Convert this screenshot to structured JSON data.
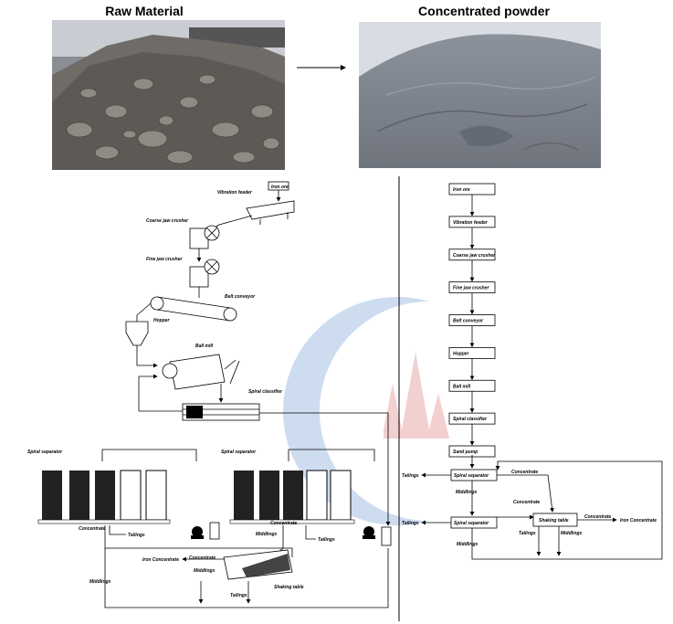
{
  "photos": {
    "left_title": "Raw Material",
    "right_title": "Concentrated powder"
  },
  "process_diagram": {
    "iron_ore": "Iron ore",
    "vibration_feeder": "Vibration feeder",
    "coarse_jaw_crusher": "Coarse jaw crusher",
    "fine_jaw_crusher": "Fine jaw crusher",
    "belt_conveyor": "Belt conveyor",
    "hopper": "Hopper",
    "ball_mill": "Ball mill",
    "spiral_classifier": "Spiral classifier",
    "spiral_separator_1": "Spiral separator",
    "spiral_separator_2": "Spiral separator",
    "concentrate_1": "Concentrate",
    "tailings_1": "Tailings",
    "concentrate_2": "Concentrate",
    "middlings_1": "Middlings",
    "tailings_2": "Tailings",
    "iron_concentrate": "Iron Concentrate",
    "concentrate_3": "Concentrate",
    "middlings_2": "Middlings",
    "shaking_table": "Shaking table",
    "tailings_3": "Tailings",
    "middlings_3": "Middlings"
  },
  "flowchart": {
    "steps": [
      "Iron ore",
      "Vibration feeder",
      "Coarse jaw crusher",
      "Fine jaw crusher",
      "Belt conveyor",
      "Hopper",
      "Ball mill",
      "Spiral classifier",
      "Sand pump"
    ],
    "spiral_separator_1": "Spiral separator",
    "spiral_separator_2": "Spiral separator",
    "shaking_table": "Shaking table",
    "tailings_1": "Tailings",
    "tailings_2": "Tailings",
    "tailings_3": "Tailings",
    "concentrate_1": "Concentrate",
    "concentrate_2": "Concentrate",
    "concentrate_3": "Concentrate",
    "middlings_1": "Middlings",
    "middlings_2": "Middlings",
    "middlings_3": "Middlings",
    "iron_concentrate": "Iron Concentrate"
  }
}
